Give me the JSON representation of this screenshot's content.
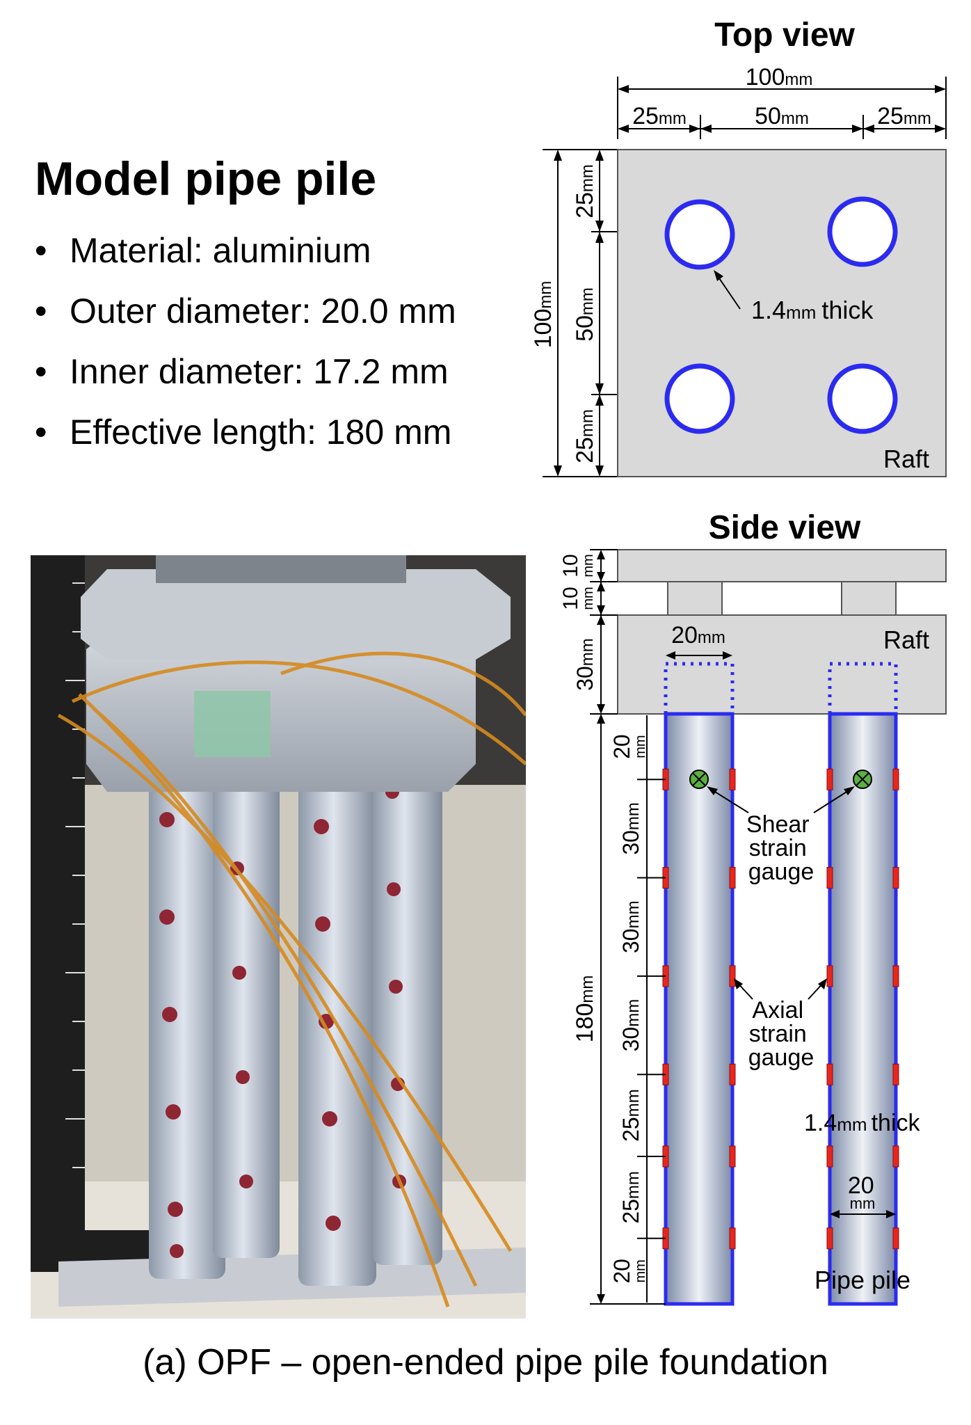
{
  "specs": {
    "title": "Model pipe pile",
    "items": [
      {
        "label": "Material: aluminium"
      },
      {
        "label": "Outer diameter: 20.0 mm"
      },
      {
        "label": "Inner diameter: 17.2 mm"
      },
      {
        "label": "Effective length: 180 mm"
      }
    ]
  },
  "top_view": {
    "title": "Top view",
    "overall_width": "100",
    "edge_left": "25",
    "center": "50",
    "edge_right": "25",
    "overall_height": "100",
    "side_top": "25",
    "side_middle": "50",
    "side_bottom": "25",
    "thickness_value": "1.4",
    "thickness_suffix": "thick",
    "raft_label": "Raft"
  },
  "side_view": {
    "title": "Side view",
    "cap_top_1": "10",
    "cap_top_2": "10",
    "raft_height": "30",
    "pile_diameter": "20",
    "raft_label": "Raft",
    "total_length": "180",
    "gauge_spacings": [
      "20",
      "30",
      "30",
      "30",
      "25",
      "25",
      "20"
    ],
    "shear_label": [
      "Shear",
      "strain",
      "gauge"
    ],
    "axial_label": [
      "Axial",
      "strain",
      "gauge"
    ],
    "thickness_value": "1.4",
    "thickness_suffix": "thick",
    "pile_diameter_2": "20",
    "pile_label": "Pipe pile"
  },
  "unit": "mm",
  "caption": "(a) OPF – open-ended pipe pile foundation",
  "colors": {
    "pile_outline": "#2b2bf0",
    "raft_fill": "#d9d9d9",
    "gauge": "#e8261e",
    "shear_gauge": "#5ab040"
  }
}
